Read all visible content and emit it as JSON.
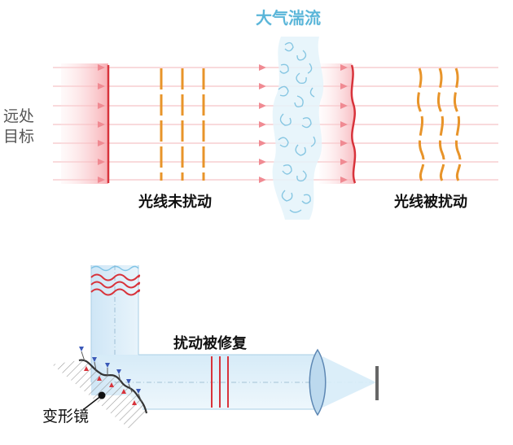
{
  "turbulence_label": "大气湍流",
  "target_label_line1": "远处",
  "target_label_line2": "目标",
  "undisturbed_label": "光线未扰动",
  "disturbed_label": "光线被扰动",
  "corrected_label": "扰动被修复",
  "mirror_label": "变形镜",
  "colors": {
    "ray": "#f4a0a6",
    "wavefront": "#d8333b",
    "dash": "#e8942a",
    "turbulence": "#9fd3ea",
    "beam": "#cfe8f5",
    "mirror_hatch": "#777777"
  }
}
